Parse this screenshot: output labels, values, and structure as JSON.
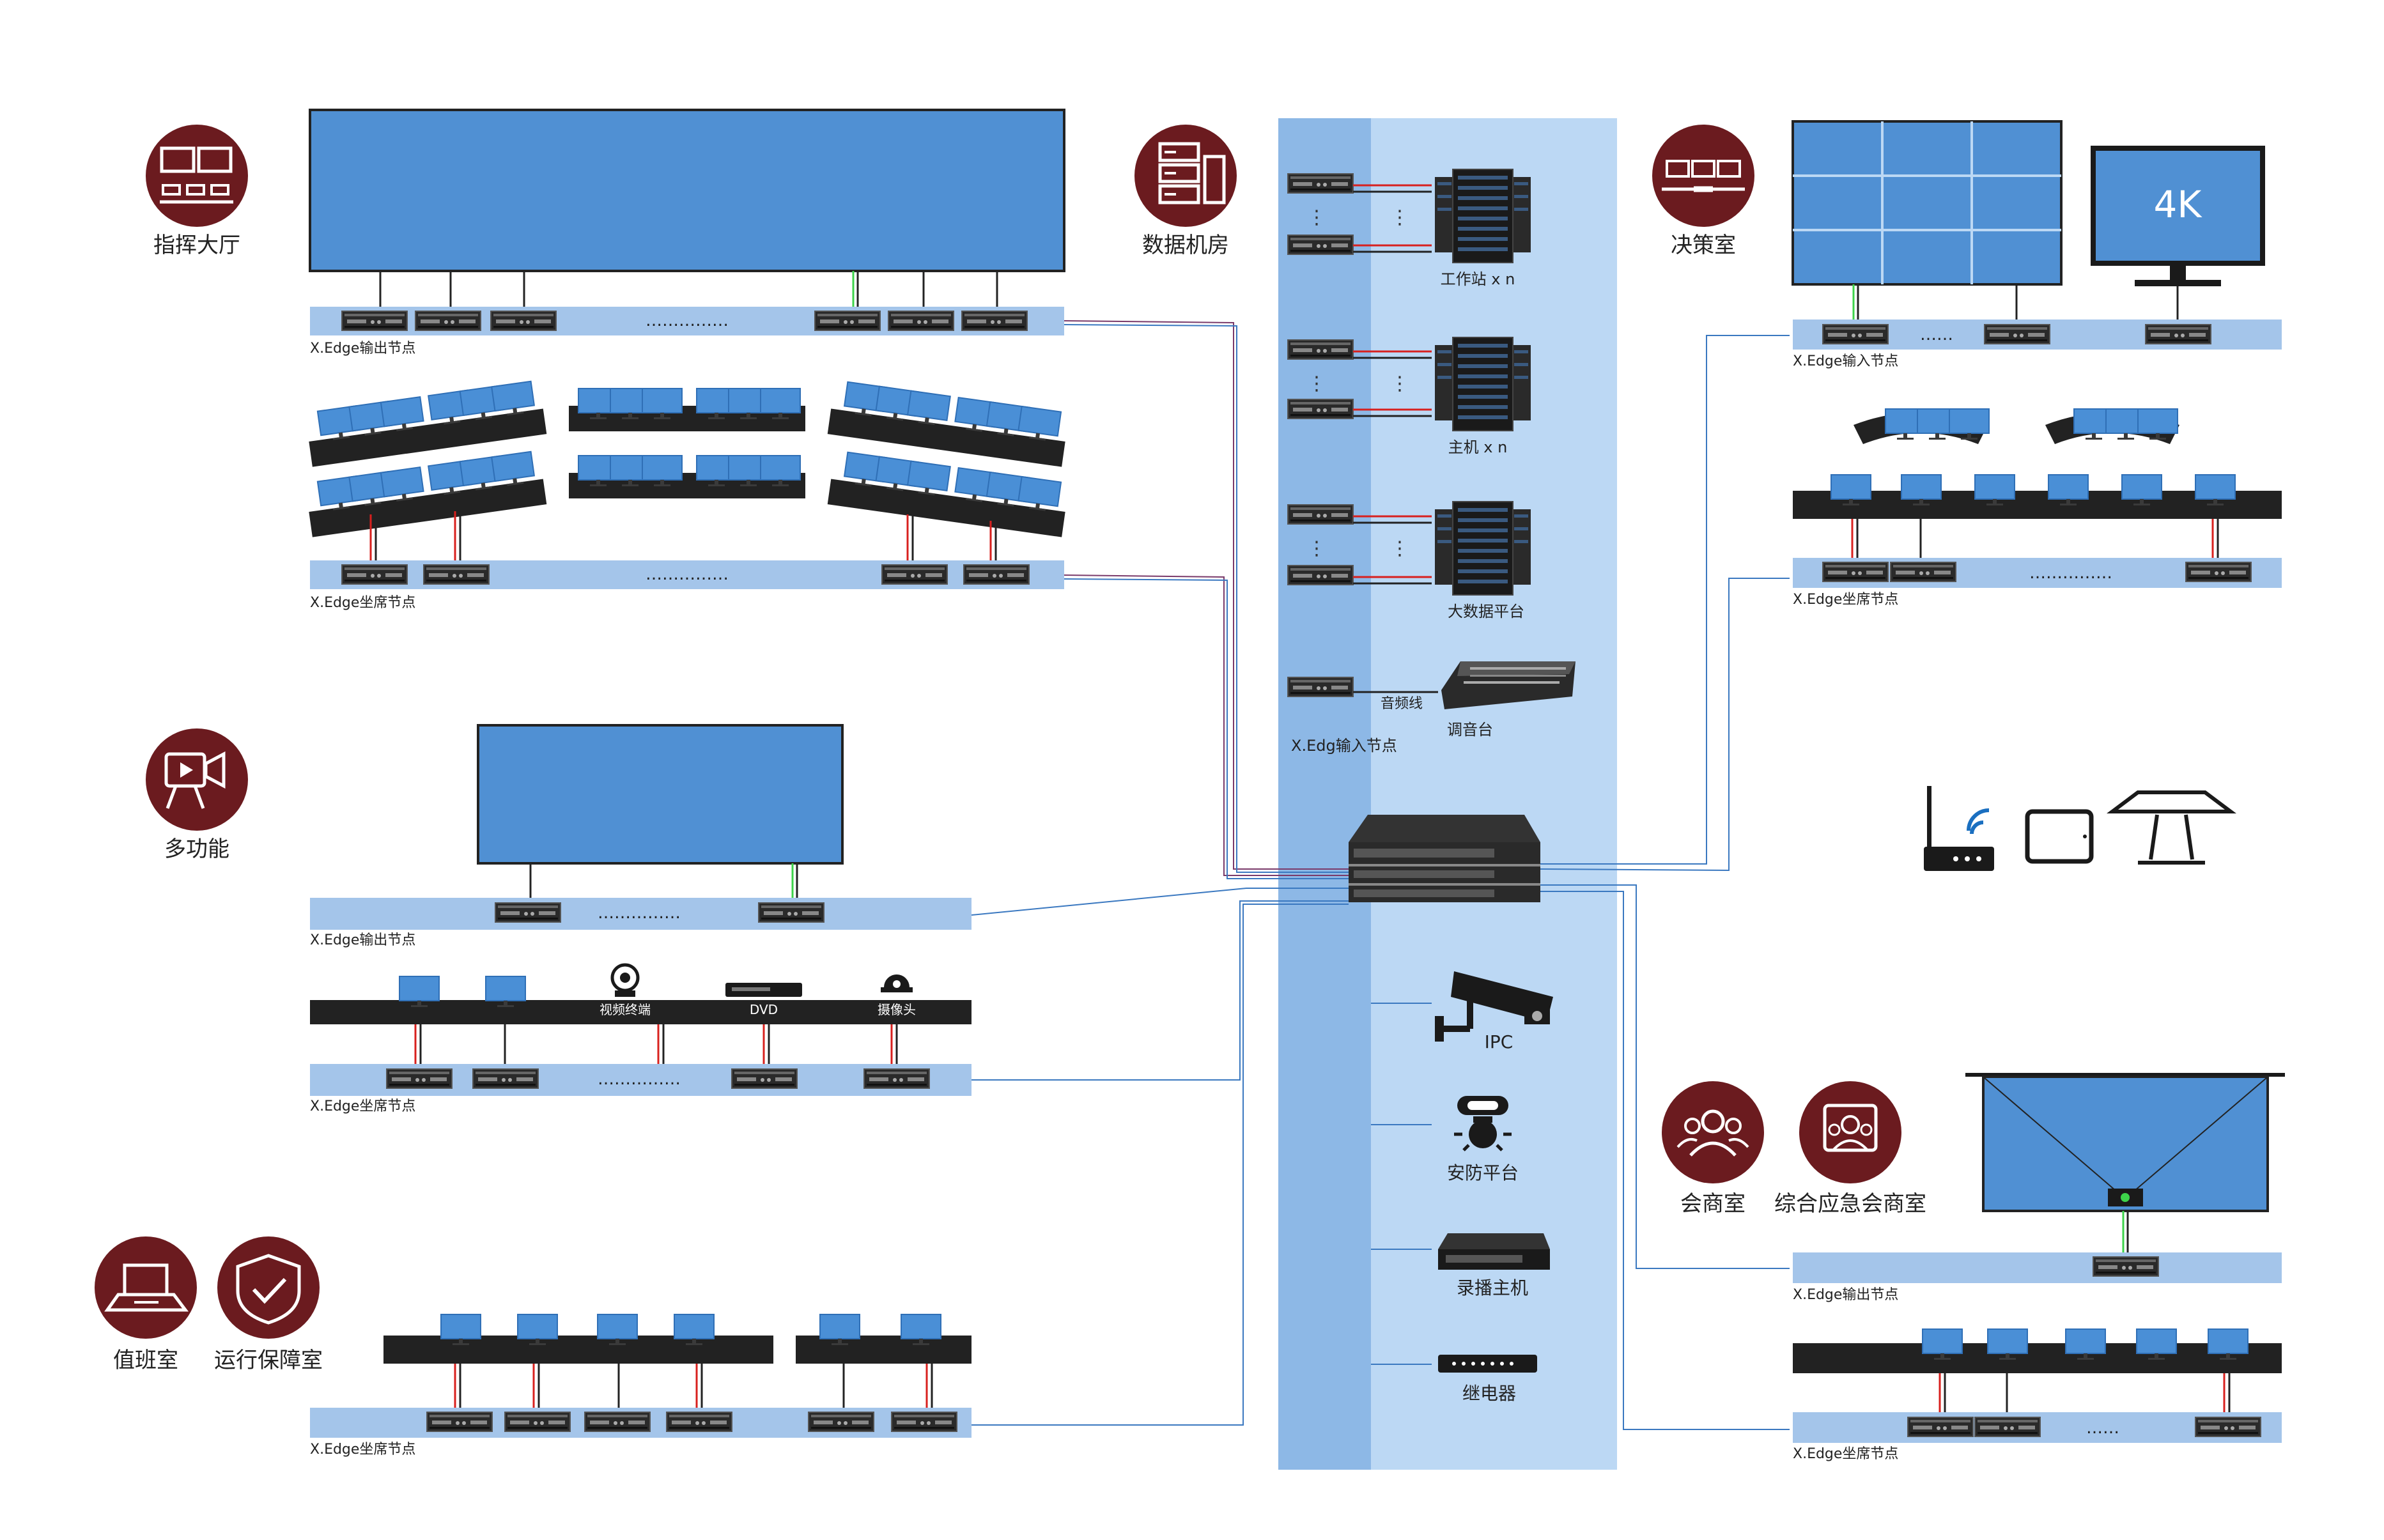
{
  "colors": {
    "maroon": "#6b1b1f",
    "screen": "#5090d3",
    "bar": "#a4c5ea",
    "backbone_dark": "#8db8e6",
    "backbone_light": "#bcd8f4",
    "desk": "#222222",
    "monitor": "#4a8fd6",
    "cable_red": "#d8201e",
    "cable_green": "#3dd34a",
    "link": "#3a78c0"
  },
  "sections": {
    "command_hall": "指挥大厅",
    "data_room": "数据机房",
    "decision_room": "决策室",
    "multi_function": "多功能",
    "duty_room": "值班室",
    "ops_room": "运行保障室",
    "consult_room": "会商室",
    "emergency_room": "综合应急会商室"
  },
  "labels": {
    "output_node": "X.Edge输出节点",
    "seat_node": "X.Edge坐席节点",
    "input_node": "X.Edge输入节点",
    "datacenter_input": "X.Edg输入节点",
    "dots": "……………",
    "dots_short": "……",
    "vdots": "⋮"
  },
  "datacenter": {
    "workstation": "工作站 x n",
    "host": "主机 x n",
    "bigdata": "大数据平台",
    "audio_line": "音频线",
    "mixer": "调音台"
  },
  "devices": {
    "ipc": "IPC",
    "security": "安防平台",
    "recorder": "录播主机",
    "relay": "继电器"
  },
  "multi": {
    "video_terminal": "视频终端",
    "dvd": "DVD",
    "camera": "摄像头"
  },
  "decision": {
    "display_4k": "4K"
  },
  "icons": {
    "command_hall": "video-wall-icon",
    "data_room": "server-rack-icon",
    "decision_room": "monitors-icon",
    "multi_function": "video-camera-icon",
    "duty_room": "desk-monitor-icon",
    "ops_room": "shield-check-icon",
    "consult_room": "group-icon",
    "emergency_room": "group-screen-icon",
    "wireless": "wifi-router-icon",
    "tablet": "tablet-icon",
    "kiosk": "kiosk-icon"
  }
}
